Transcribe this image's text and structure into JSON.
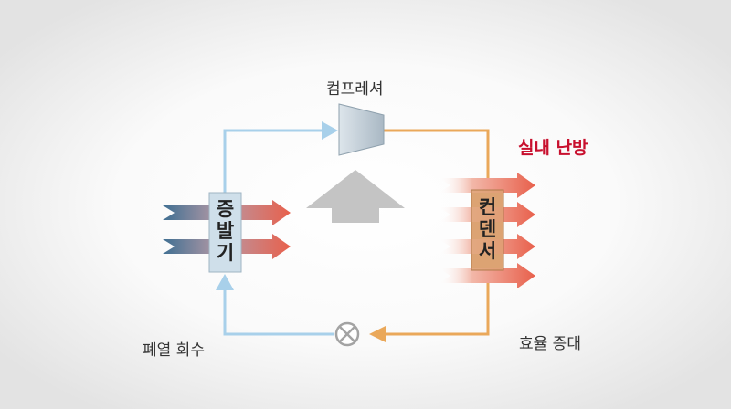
{
  "labels": {
    "compressor": "컴프레셔",
    "heating": "실내 난방",
    "waste_heat": "폐열 회수",
    "efficiency": "효율 증대"
  },
  "components": {
    "evaporator": [
      "증",
      "발",
      "기"
    ],
    "condenser": [
      "컨",
      "덴",
      "서"
    ]
  },
  "colors": {
    "cold_line": "#a8d0ea",
    "hot_line": "#eaa85a",
    "heating_text": "#c8102e",
    "hot_arrow": "#e8604c",
    "cold_arrow": "#3f6f92",
    "evaporator_fill": "#cfdfea",
    "condenser_fill": "#dca373",
    "compressor_fill": "#bcc9d3",
    "up_arrow": "#c4c4c4"
  }
}
